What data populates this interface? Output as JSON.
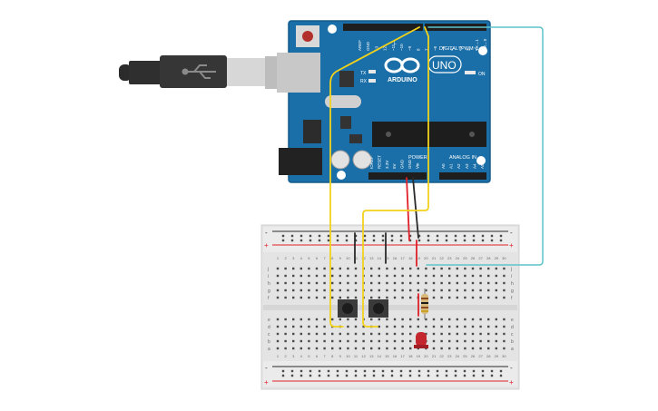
{
  "arduino": {
    "brand": "ARDUINO",
    "model": "UNO",
    "digital_label": "DIGITAL (PWM~)",
    "analog_label": "ANALOG IN",
    "power_label": "POWER",
    "tx_label": "TX",
    "rx_label": "RX",
    "on_label": "ON",
    "l_label": "L",
    "top_pins": [
      "AREF",
      "GND",
      "13",
      "12",
      "~11",
      "~10",
      "~9",
      "8",
      "7",
      "~6",
      "~5",
      "4",
      "~3",
      "2",
      "TX→1",
      "RX←0"
    ],
    "power_pins": [
      "IOREF",
      "RESET",
      "3.3V",
      "5V",
      "GND",
      "GND",
      "Vin"
    ],
    "analog_pins": [
      "A0",
      "A1",
      "A2",
      "A3",
      "A4",
      "A5"
    ],
    "board_color": "#1b6fa8"
  },
  "breadboard": {
    "row_labels_top": [
      "j",
      "i",
      "h",
      "g",
      "f"
    ],
    "row_labels_bottom": [
      "e",
      "d",
      "c",
      "b",
      "a"
    ],
    "column_numbers": [
      "1",
      "2",
      "3",
      "4",
      "5",
      "6",
      "7",
      "8",
      "9",
      "10",
      "11",
      "12",
      "13",
      "14",
      "15",
      "16",
      "17",
      "18",
      "19",
      "20",
      "21",
      "22",
      "23",
      "24",
      "25",
      "26",
      "27",
      "28",
      "29",
      "30"
    ],
    "rail_plus": "+",
    "rail_minus": "-"
  },
  "colors": {
    "wire_yellow": "#f2d21b",
    "wire_red": "#e0202a",
    "wire_black": "#2a2a2a",
    "wire_cyan": "#5ec3c9",
    "led_red": "#c4262e",
    "board_blue": "#1b6fa8",
    "breadboard_body": "#e4e4e4"
  }
}
